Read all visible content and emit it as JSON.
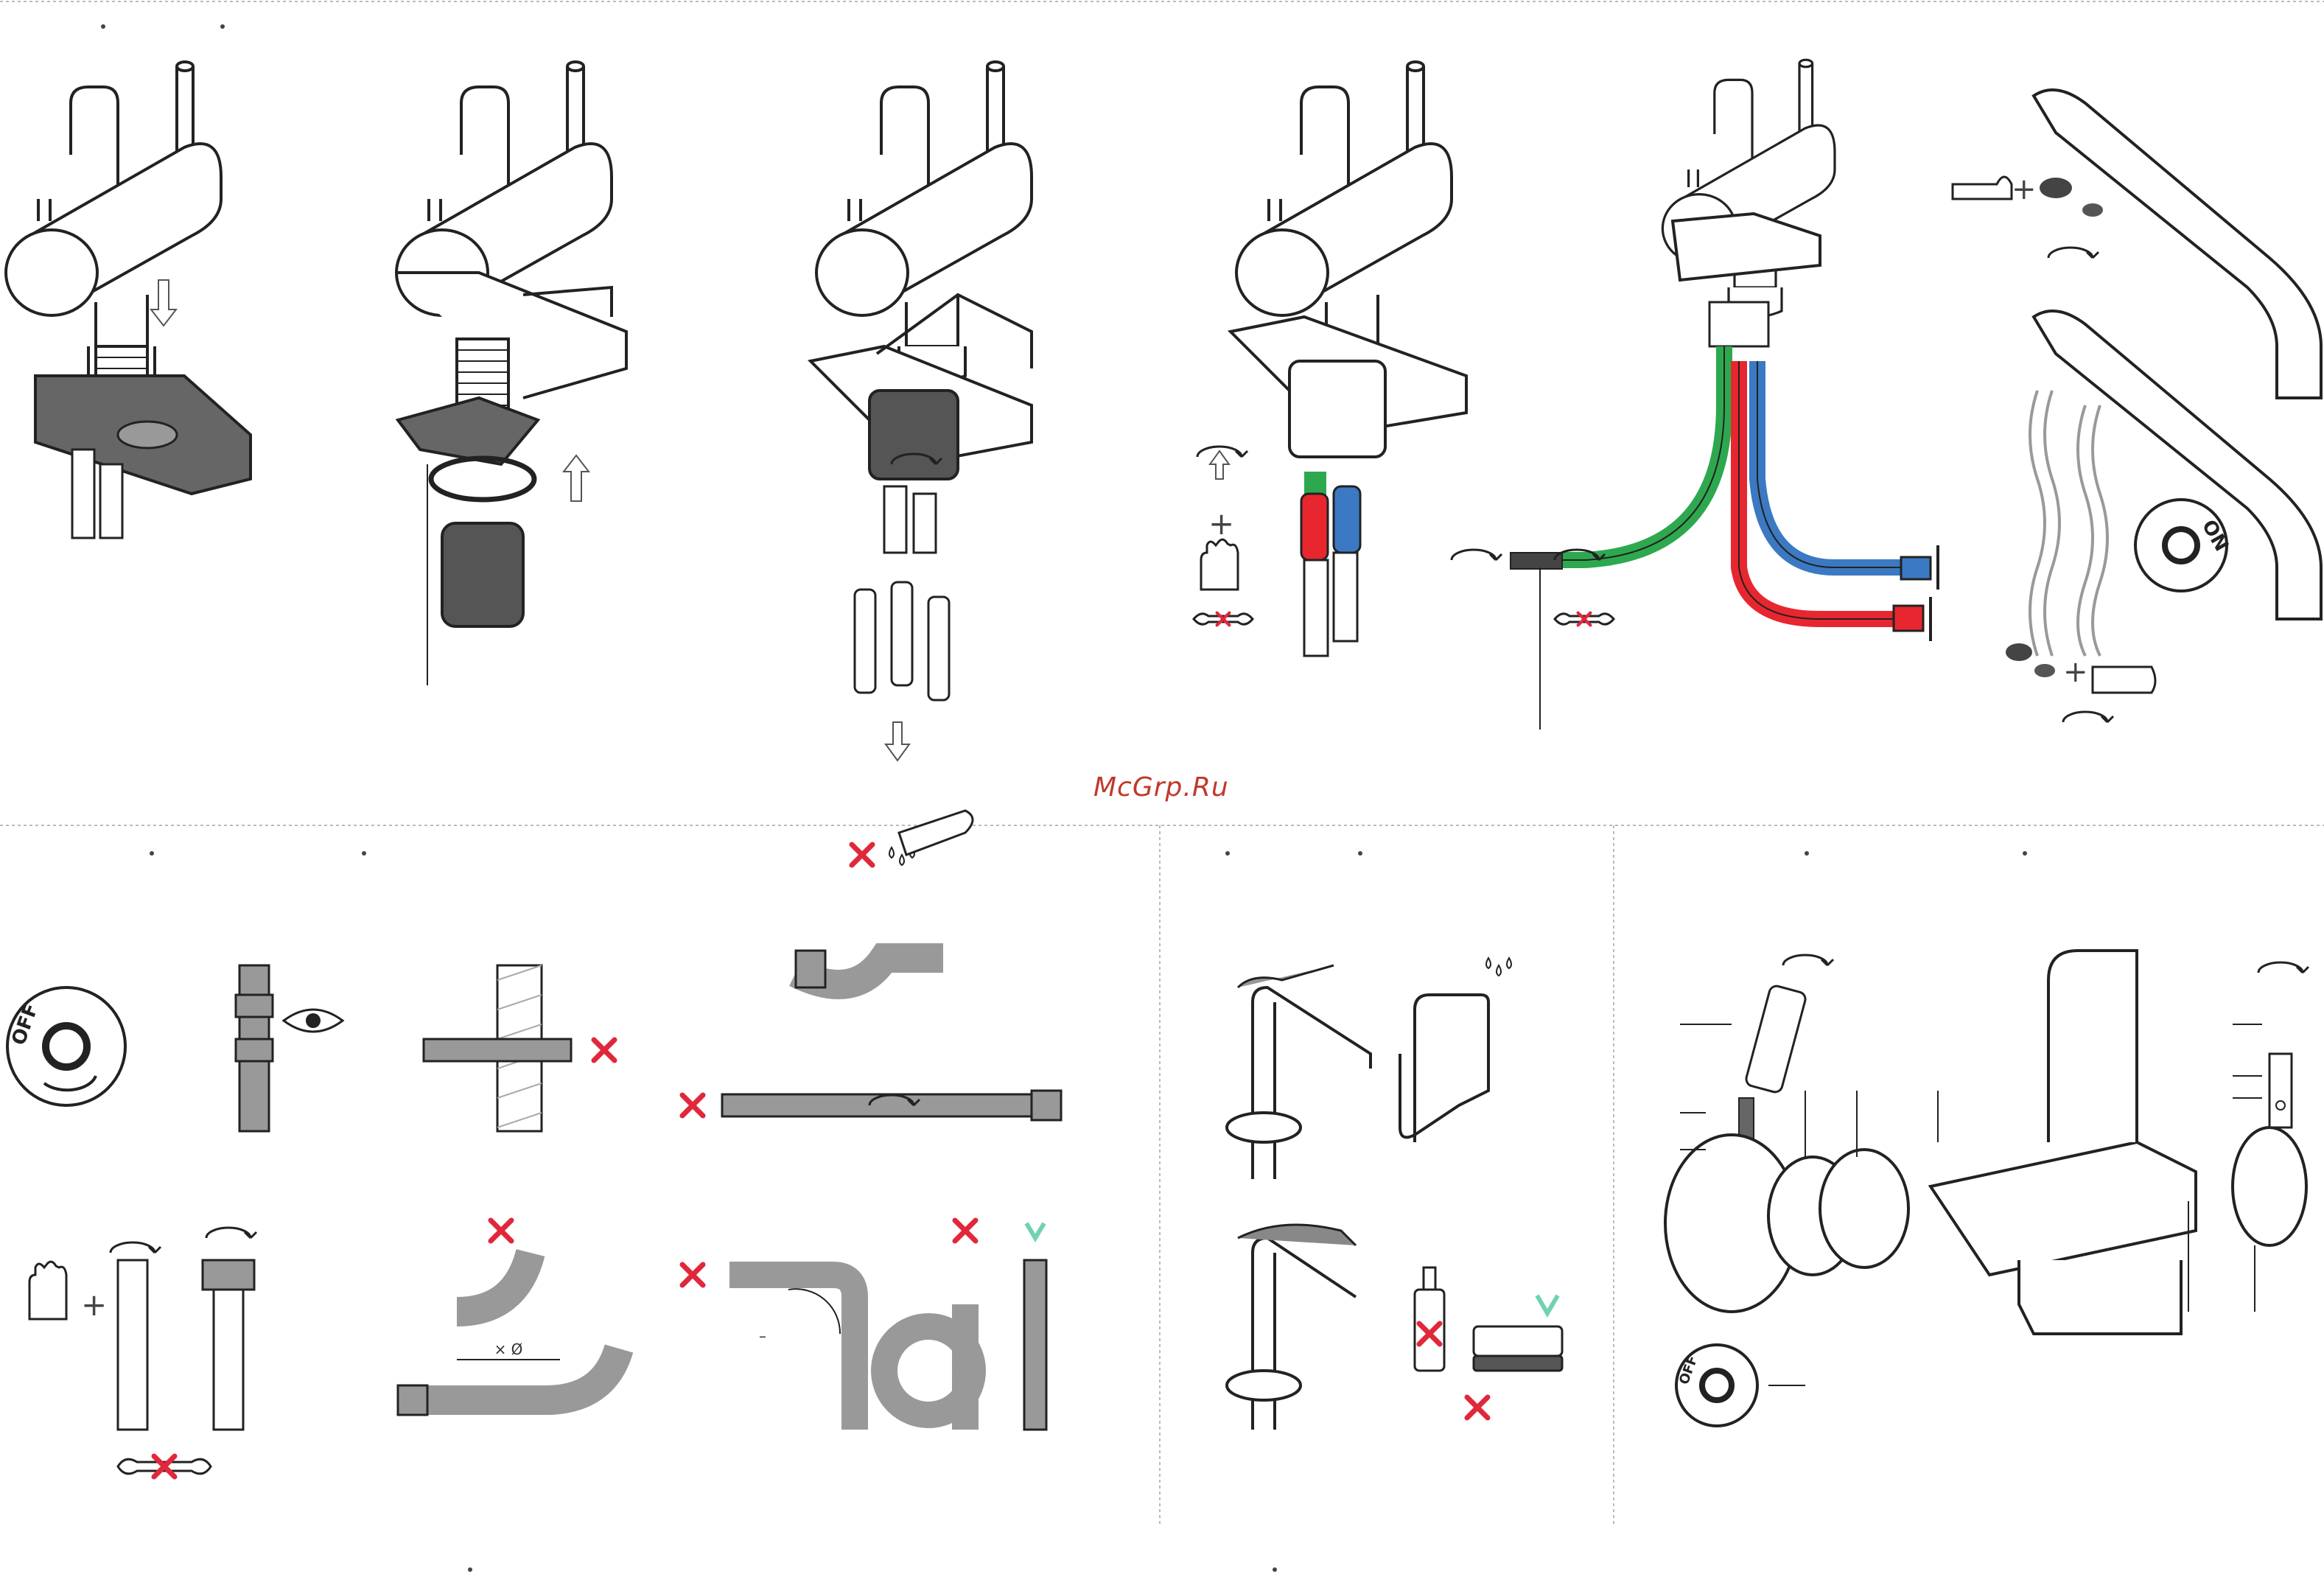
{
  "watermark": "McGrp.Ru",
  "dial_labels": {
    "on": "ON",
    "off": "OFF",
    "off_small": "OFF"
  },
  "dimension_label": "× Ø",
  "angle_label": "–",
  "colors": {
    "hot": "#e8262f",
    "cold": "#3b79c2",
    "filtered": "#2ea84f",
    "check_ok": "#6fd2b0",
    "cross_bad": "#e0283a",
    "line": "#222222",
    "dark_part": "#555555",
    "hose_gray": "#9a9a9a",
    "divider": "#bbbbbb"
  },
  "icons": [
    "arrow-down-icon",
    "arrow-up-icon",
    "rotate-icon",
    "hand-icon",
    "wrench-crossed-icon",
    "eye-icon",
    "cross-icon",
    "check-icon",
    "water-drops-icon",
    "soap-bottle-icon",
    "sponge-icon",
    "dial-on-icon",
    "dial-off-icon"
  ]
}
